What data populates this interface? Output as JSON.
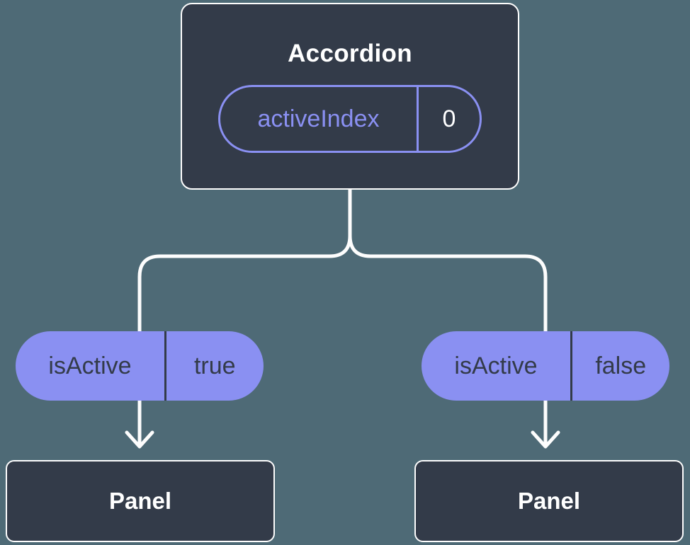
{
  "diagram": {
    "root": {
      "title": "Accordion",
      "prop_name": "activeIndex",
      "prop_value": "0"
    },
    "branches": [
      {
        "prop_name": "isActive",
        "prop_value": "true",
        "child_title": "Panel"
      },
      {
        "prop_name": "isActive",
        "prop_value": "false",
        "child_title": "Panel"
      }
    ]
  },
  "colors": {
    "background": "#4e6a76",
    "node": "#333b49",
    "accent": "#8a90f2",
    "line": "#fdfdfd"
  }
}
